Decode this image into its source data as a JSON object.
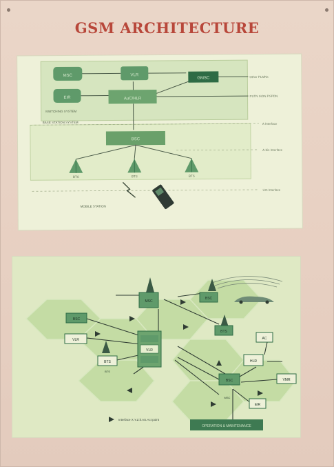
{
  "poster": {
    "title": "GSM ARCHITECTURE"
  },
  "diagram_top": {
    "blocks_row1": [
      "MSC",
      "VLR",
      "GMSC"
    ],
    "blocks_row2": [
      "EIR",
      "AuC/HLR"
    ],
    "external_labels": [
      "Other PLMNs",
      "PSTN ISDN PSPDN"
    ],
    "subsystem_switching": "SWITCHING SYSTEM",
    "subsystem_bss": "BASE STATION SYSTEM",
    "bsc_label": "BSC",
    "bts_labels": [
      "BTS",
      "BTS",
      "BTS"
    ],
    "interface_labels": [
      "A Interface",
      "A-bis Interface",
      "Um Interface"
    ],
    "mobile_station_label": "MOBILE STATION"
  },
  "diagram_bottom": {
    "nodes": [
      "BSC",
      "VLR",
      "BTS",
      "MSC",
      "VLR",
      "BSC",
      "BTS",
      "BSC",
      "BTS",
      "AC",
      "HLR",
      "MSC",
      "VMR",
      "EIR"
    ],
    "caption": "Interface X.Y.Z.lt.AS.Act point",
    "footer_label": "OPERATION & MAINTENANCE"
  },
  "colors": {
    "title": "#b8473a",
    "block_fill": "#5f9a6a",
    "block_dark": "#2e6b45",
    "hex_fill": "#b9d59a"
  }
}
